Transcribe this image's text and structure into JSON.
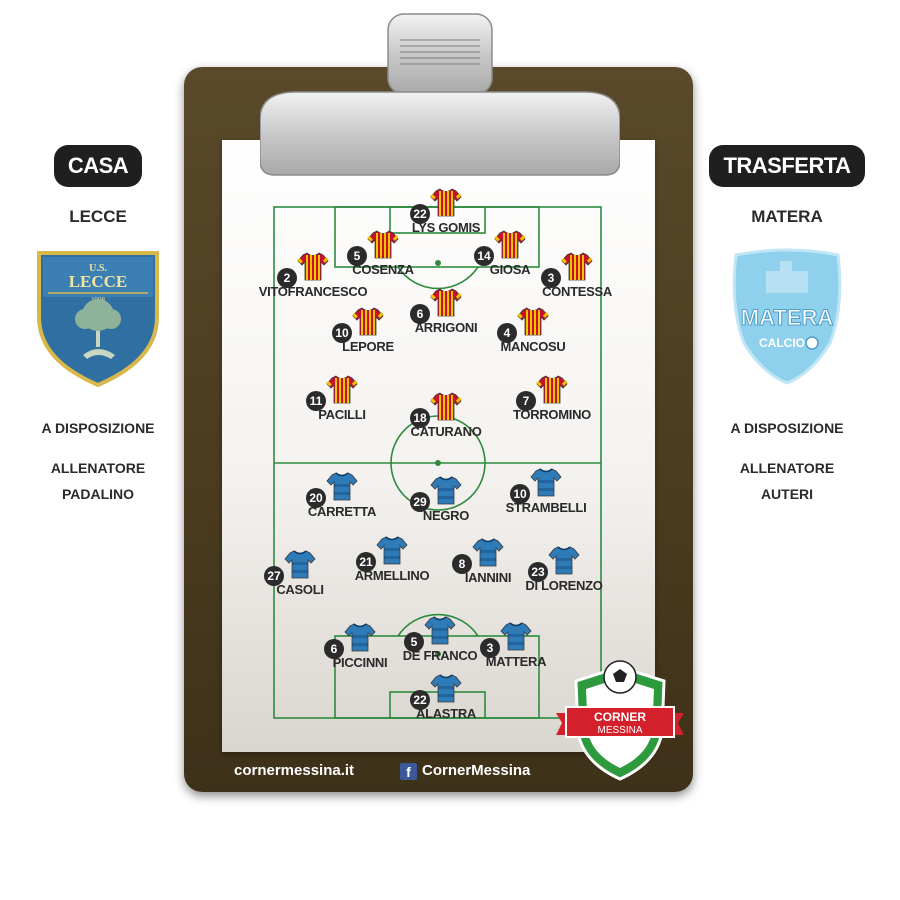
{
  "home": {
    "badge": "CASA",
    "team": "LECCE",
    "crest_lines": [
      "U.S.",
      "LECCE",
      "1908"
    ],
    "bench_label": "A DISPOSIZIONE",
    "coach_label": "ALLENATORE",
    "coach": "PADALINO",
    "color_primary": "#c8102e",
    "color_secondary": "#f2c500"
  },
  "away": {
    "badge": "TRASFERTA",
    "team": "MATERA",
    "crest_lines": [
      "MATERA",
      "CALCIO"
    ],
    "bench_label": "A DISPOSIZIONE",
    "coach_label": "ALLENATORE",
    "coach": "AUTERI",
    "color_primary": "#2f7bb8",
    "color_secondary": "#0e3a66"
  },
  "lineups": {
    "home": [
      {
        "number": "22",
        "name": "LYS GOMIS"
      },
      {
        "number": "5",
        "name": "COSENZA"
      },
      {
        "number": "14",
        "name": "GIOSA"
      },
      {
        "number": "2",
        "name": "VITOFRANCESCO"
      },
      {
        "number": "3",
        "name": "CONTESSA"
      },
      {
        "number": "6",
        "name": "ARRIGONI"
      },
      {
        "number": "10",
        "name": "LEPORE"
      },
      {
        "number": "4",
        "name": "MANCOSU"
      },
      {
        "number": "11",
        "name": "PACILLI"
      },
      {
        "number": "18",
        "name": "CATURANO"
      },
      {
        "number": "7",
        "name": "TORROMINO"
      }
    ],
    "away": [
      {
        "number": "20",
        "name": "CARRETTA"
      },
      {
        "number": "29",
        "name": "NEGRO"
      },
      {
        "number": "10",
        "name": "STRAMBELLI"
      },
      {
        "number": "27",
        "name": "CASOLI"
      },
      {
        "number": "21",
        "name": "ARMELLINO"
      },
      {
        "number": "8",
        "name": "IANNINI"
      },
      {
        "number": "23",
        "name": "DI LORENZO"
      },
      {
        "number": "6",
        "name": "PICCINNI"
      },
      {
        "number": "5",
        "name": "DE FRANCO"
      },
      {
        "number": "3",
        "name": "MATTERA"
      },
      {
        "number": "22",
        "name": "ALASTRA"
      }
    ]
  },
  "footer": {
    "website": "cornermessina.it",
    "facebook_icon": "facebook-icon",
    "facebook_page": "CornerMessina"
  },
  "brand": {
    "line1": "CORNER",
    "line2": "MESSINA",
    "color_green": "#2e9a3e",
    "color_red": "#d4202a"
  },
  "pitch_line_color": "#2e8b3e"
}
